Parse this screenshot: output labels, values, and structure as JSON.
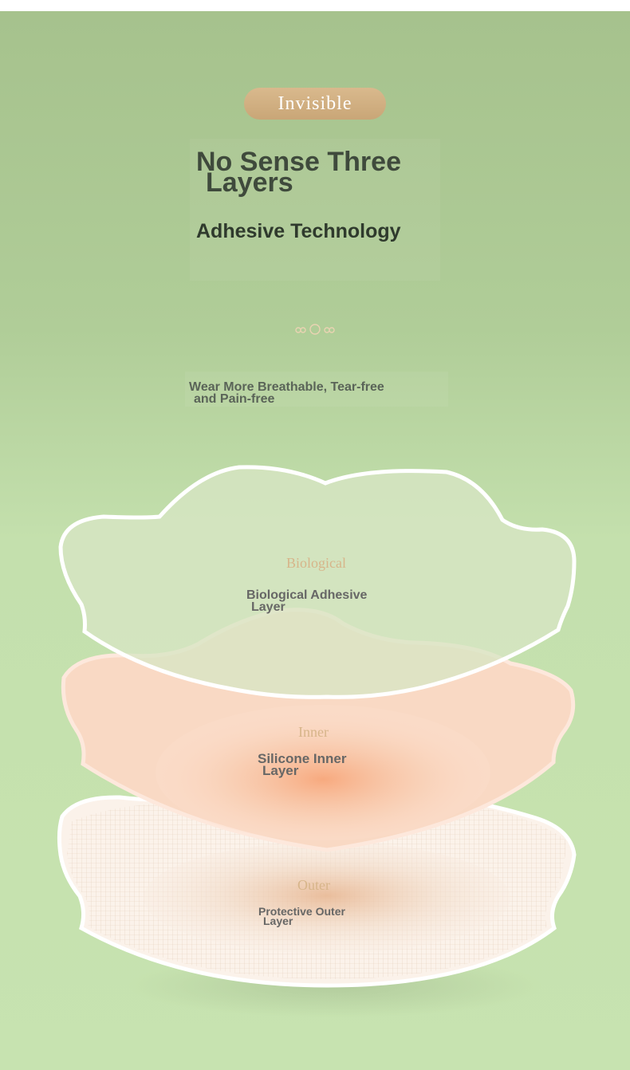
{
  "badge": {
    "label": "Invisible"
  },
  "heading": {
    "line1": "No Sense Three",
    "line2": "Layers",
    "subtitle": "Adhesive Technology"
  },
  "tagline": {
    "line1": "Wear More Breathable, Tear-free",
    "line2": "and Pain-free"
  },
  "layers": [
    {
      "tag": "Biological",
      "name_line1": "Biological Adhesive",
      "name_line2": "Layer"
    },
    {
      "tag": "Inner",
      "name_line1": "Silicone Inner",
      "name_line2": "Layer"
    },
    {
      "tag": "Outer",
      "name_line1": "Protective Outer",
      "name_line2": "Layer"
    }
  ],
  "colors": {
    "background_top": "#a6c28d",
    "background_bottom": "#c7e3b0",
    "badge": "#d2b183",
    "heading": "#3f4a3c",
    "layer_tag": "#d7b58a",
    "inner_layer": "#f8c9ac"
  }
}
